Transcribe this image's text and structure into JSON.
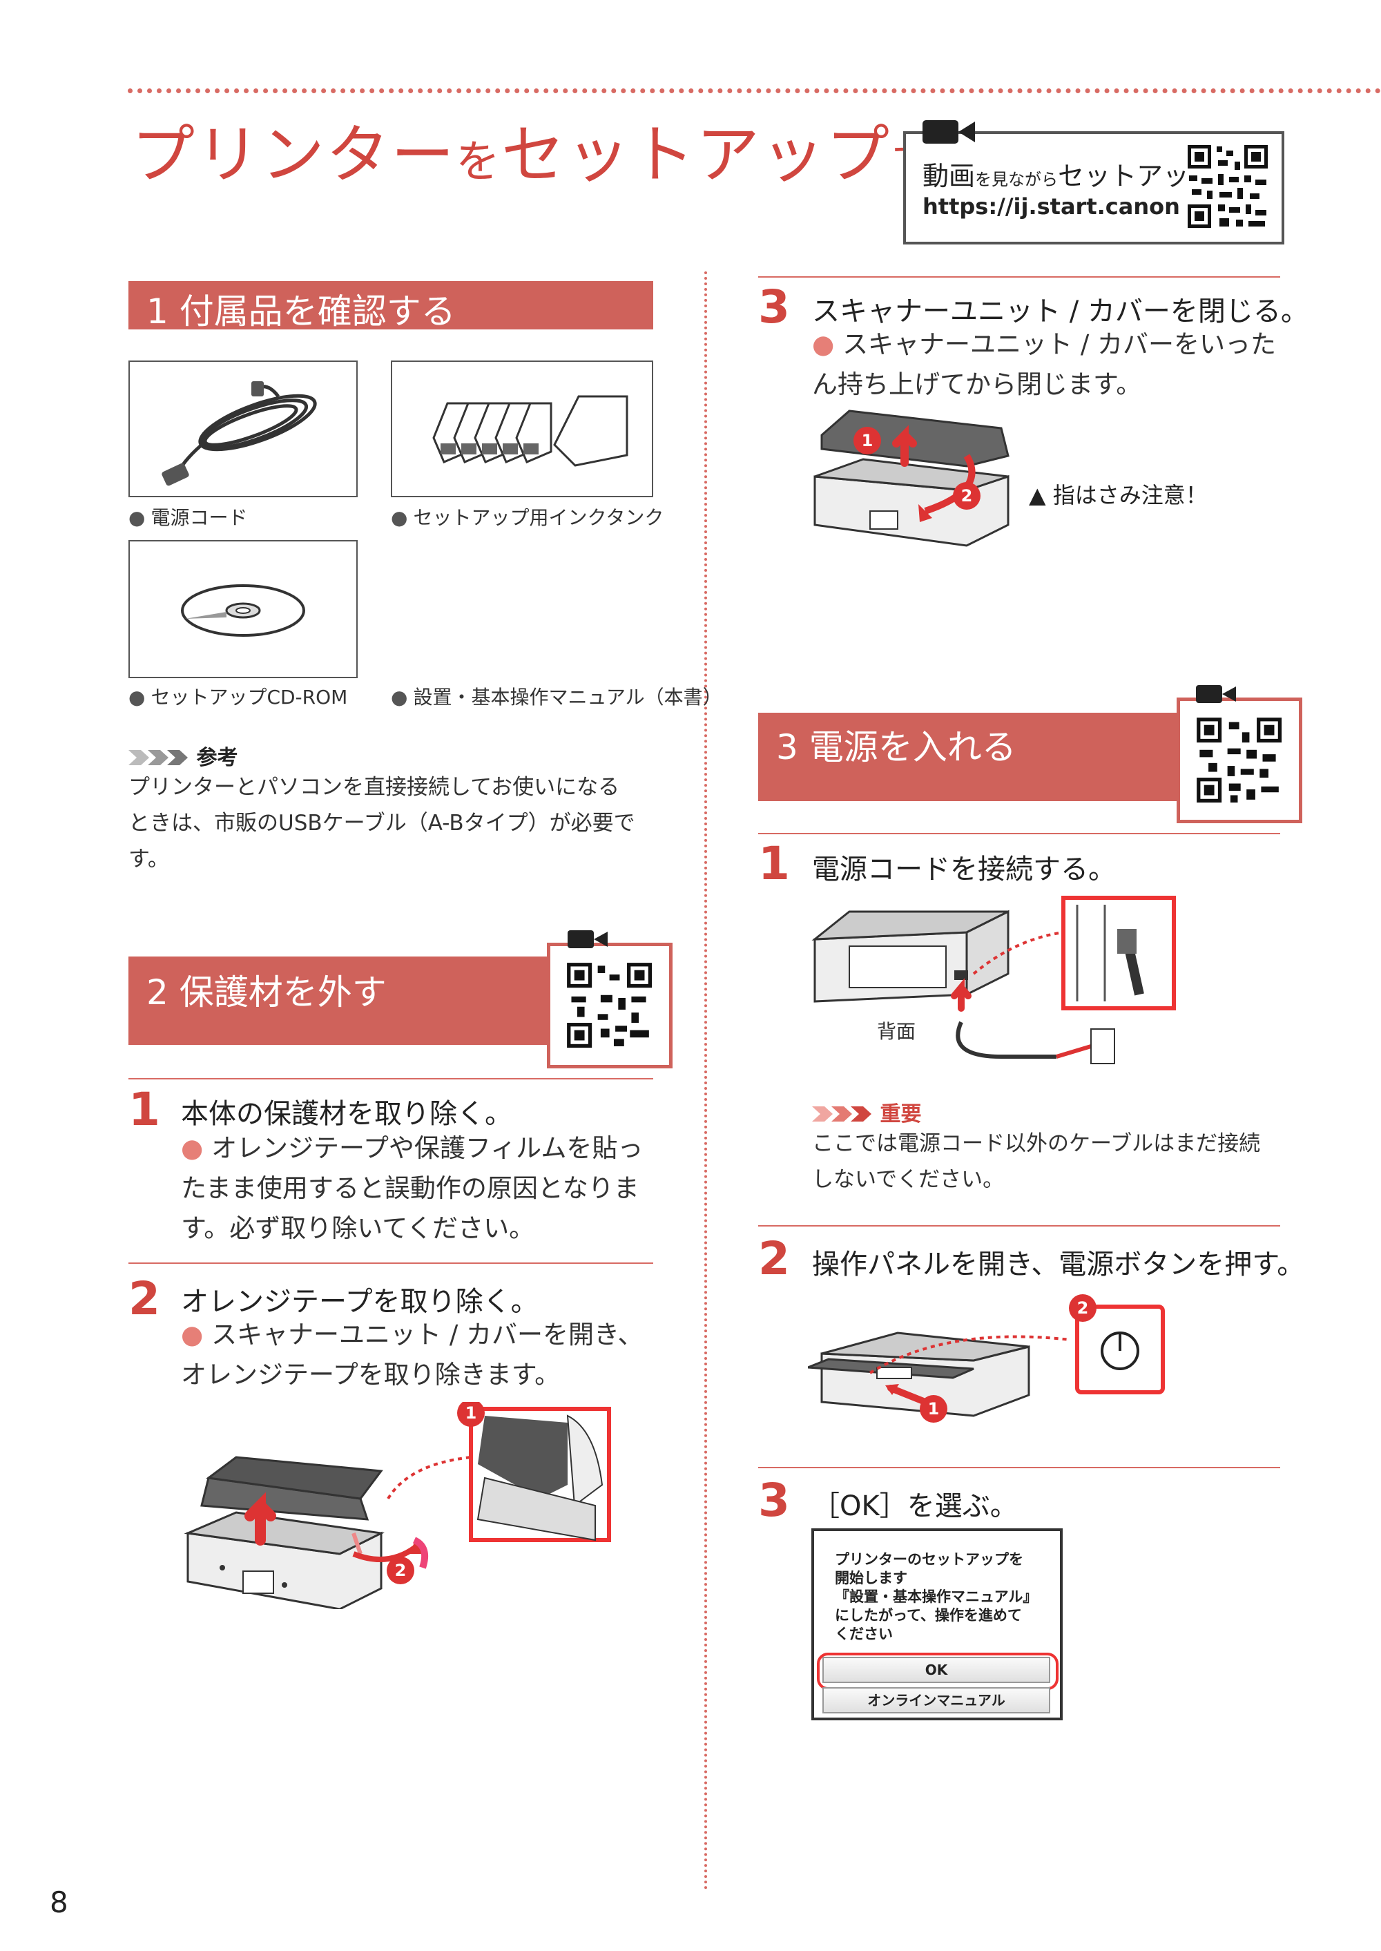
{
  "header": {
    "title_main": "プリンター",
    "title_small1": "を",
    "title_mid": "セットアップ",
    "title_small2": "する",
    "video_label_big1": "動画",
    "video_label_small": "を見ながら",
    "video_label_big2": "セットアップ",
    "video_url": "https://ij.start.canon"
  },
  "section1": {
    "title": "1 付属品を確認する",
    "items": [
      {
        "label": "電源コード"
      },
      {
        "label": "セットアップ用インクタンク"
      },
      {
        "label": "セットアップCD-ROM"
      },
      {
        "label": "設置・基本操作マニュアル（本書）"
      }
    ],
    "note_title": "参考",
    "note_body": "プリンターとパソコンを直接接続してお使いになるときは、市販のUSBケーブル（A-Bタイプ）が必要です。"
  },
  "section2": {
    "title": "2 保護材を外す",
    "steps": [
      {
        "num": "1",
        "title": "本体の保護材を取り除く。",
        "desc": "オレンジテープや保護フィルムを貼ったまま使用すると誤動作の原因となります。必ず取り除いてください。"
      },
      {
        "num": "2",
        "title": "オレンジテープを取り除く。",
        "desc": "スキャナーユニット / カバーを開き、オレンジテープを取り除きます。"
      }
    ]
  },
  "section2_cont": {
    "step3_num": "3",
    "step3_title": "スキャナーユニット / カバーを閉じる。",
    "step3_desc": "スキャナーユニット / カバーをいったん持ち上げてから閉じます。",
    "warning": "指はさみ注意！"
  },
  "section3": {
    "title": "3 電源を入れる",
    "steps": [
      {
        "num": "1",
        "title": "電源コードを接続する。",
        "caption": "背面"
      },
      {
        "num": "2",
        "title": "操作パネルを開き、電源ボタンを押す。"
      },
      {
        "num": "3",
        "title": "［OK］を選ぶ。"
      }
    ],
    "important_title": "重要",
    "important_body": "ここでは電源コード以外のケーブルはまだ接続しないでください。",
    "screen": {
      "message": "プリンターのセットアップを\n開始します\n『設置・基本操作マニュアル』\nにしたがって、操作を進めて\nください",
      "ok_button": "OK",
      "manual_button": "オンラインマニュアル"
    }
  },
  "callouts": {
    "one": "1",
    "two": "2"
  },
  "page_number": "8",
  "colors": {
    "accent": "#cf625b",
    "title": "#d0463f",
    "bullet": "#e67f77"
  }
}
